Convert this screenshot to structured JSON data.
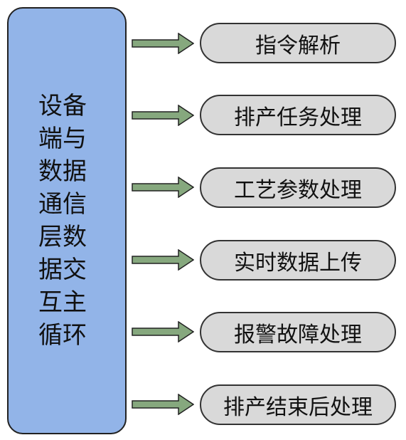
{
  "main_block": {
    "label": "设备端与数据通信层数据交互主循环",
    "fill_color": "#92b4e8"
  },
  "arrow_color": "#86a87e",
  "items": [
    {
      "label": "指令解析"
    },
    {
      "label": "排产任务处理"
    },
    {
      "label": "工艺参数处理"
    },
    {
      "label": "实时数据上传"
    },
    {
      "label": "报警故障处理"
    },
    {
      "label": "排产结束后处理"
    }
  ]
}
